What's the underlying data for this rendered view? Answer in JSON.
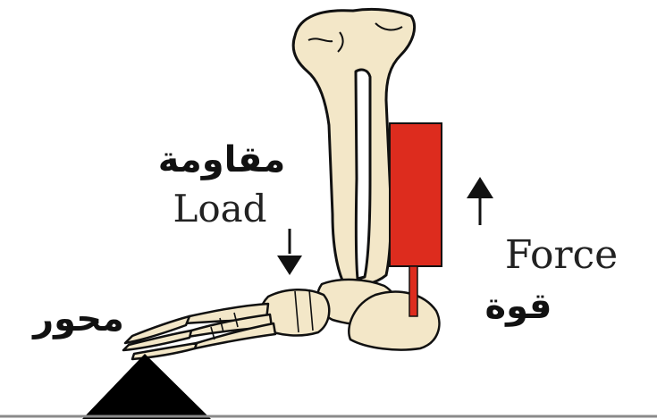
{
  "labels": {
    "load_en": "Load",
    "load_ar": "مقاومة",
    "force_en": "Force",
    "force_ar": "قوة",
    "pivot_ar": "محور"
  },
  "colors": {
    "bone_fill": "#f3e7c8",
    "bone_stroke": "#111111",
    "muscle": "#dd2c1e",
    "arrow": "#111111",
    "fulcrum": "#000000",
    "ground_line": "#8a8a8a"
  },
  "icons": {
    "load_arrow": "arrow-down-icon",
    "force_arrow": "arrow-up-icon",
    "fulcrum": "triangle-fulcrum-icon"
  }
}
